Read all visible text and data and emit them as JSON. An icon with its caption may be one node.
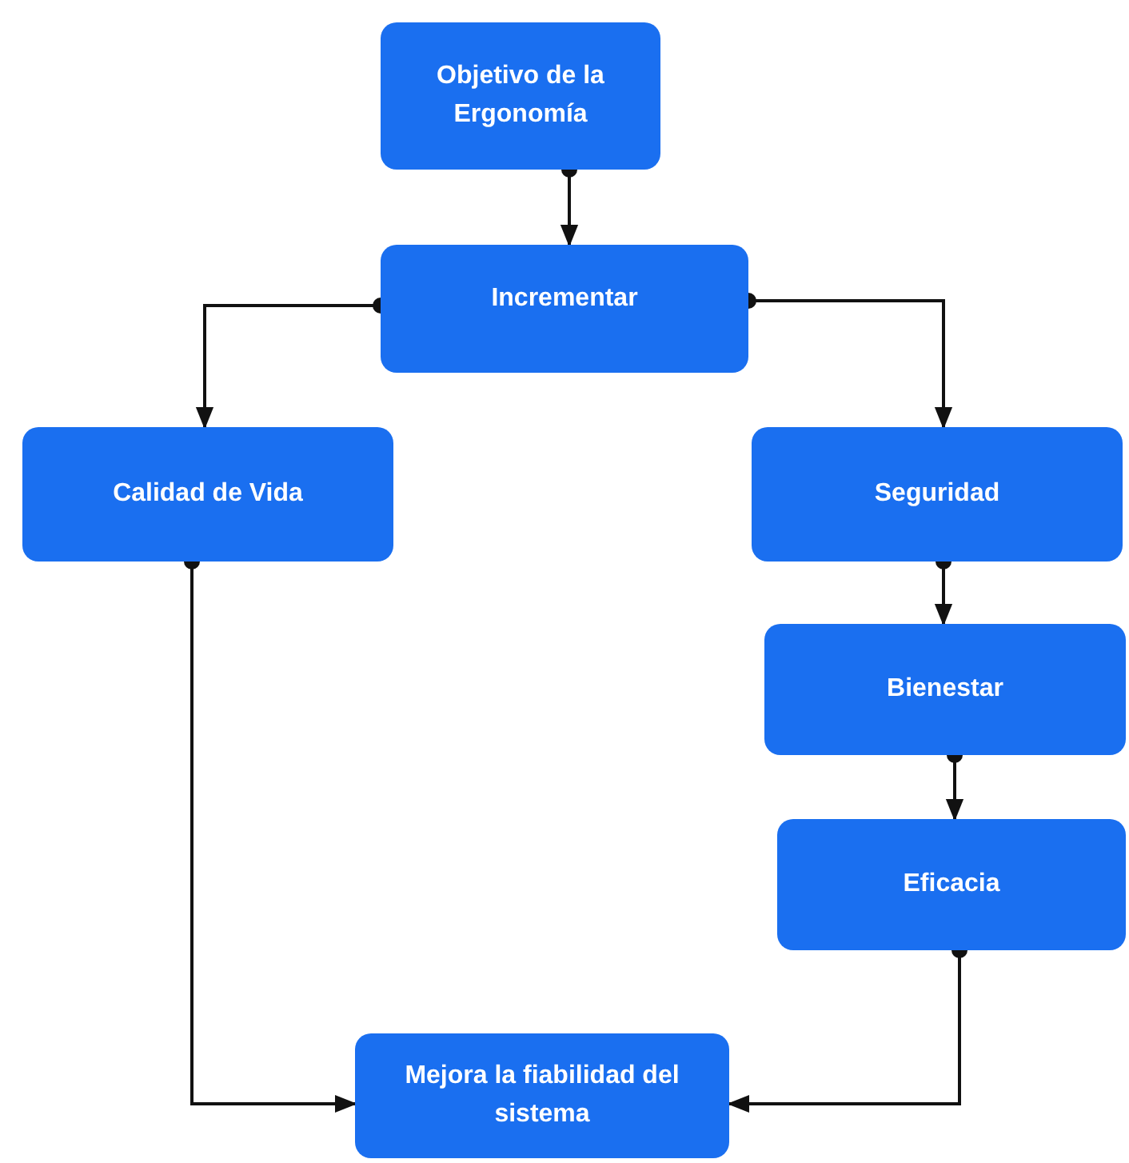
{
  "diagram": {
    "nodes": [
      {
        "text": [
          "Objetivo de la Ergonomía"
        ]
      },
      {
        "text": [
          "Incrementar"
        ]
      },
      {
        "text": [
          "Calidad de Vida"
        ]
      },
      {
        "text": [
          "Seguridad"
        ]
      },
      {
        "text": [
          "Bienestar"
        ]
      },
      {
        "text": [
          "Eficacia"
        ]
      },
      {
        "text": [
          "Mejora la fiabilidad del sistema"
        ]
      }
    ],
    "edges": [
      {
        "from": 0,
        "to": 1,
        "arrow": "to"
      },
      {
        "from": 1,
        "to": 2,
        "arrow": "to"
      },
      {
        "from": 1,
        "to": 3,
        "arrow": "to"
      },
      {
        "from": 2,
        "to": 6,
        "arrow": "to"
      },
      {
        "from": 3,
        "to": 4,
        "arrow": "to"
      },
      {
        "from": 4,
        "to": 5,
        "arrow": "to"
      },
      {
        "from": 5,
        "to": 6,
        "arrow": "to"
      }
    ]
  }
}
